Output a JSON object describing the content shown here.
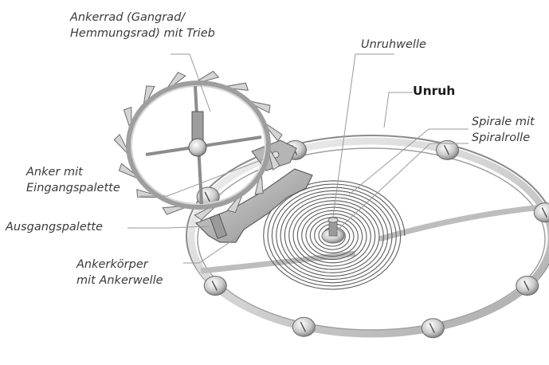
{
  "labels": {
    "ankerrad": [
      "Ankerrad (Gangrad/",
      "Hemmungsrad) mit Trieb"
    ],
    "unruhwelle": "Unruhwelle",
    "unruh": "Unruh",
    "spirale": [
      "Spirale mit",
      "Spiralrolle"
    ],
    "anker": [
      "Anker mit",
      "Eingangspalette"
    ],
    "ausgangspalette": "Ausgangspalette",
    "ankerkoerper": [
      "Ankerkörper",
      "mit Ankerwelle"
    ]
  },
  "colors": {
    "line": "#9a9a9a",
    "metal_light": "#e6e6e6",
    "metal_mid": "#c4c4c4",
    "metal_dark": "#7d7d7d",
    "text": "#3a3a3a"
  },
  "icons": {
    "escape_wheel": "escape-wheel-illustration",
    "balance_wheel": "balance-wheel-illustration",
    "hairspring": "hairspring-illustration",
    "pallet_fork": "pallet-fork-illustration"
  }
}
